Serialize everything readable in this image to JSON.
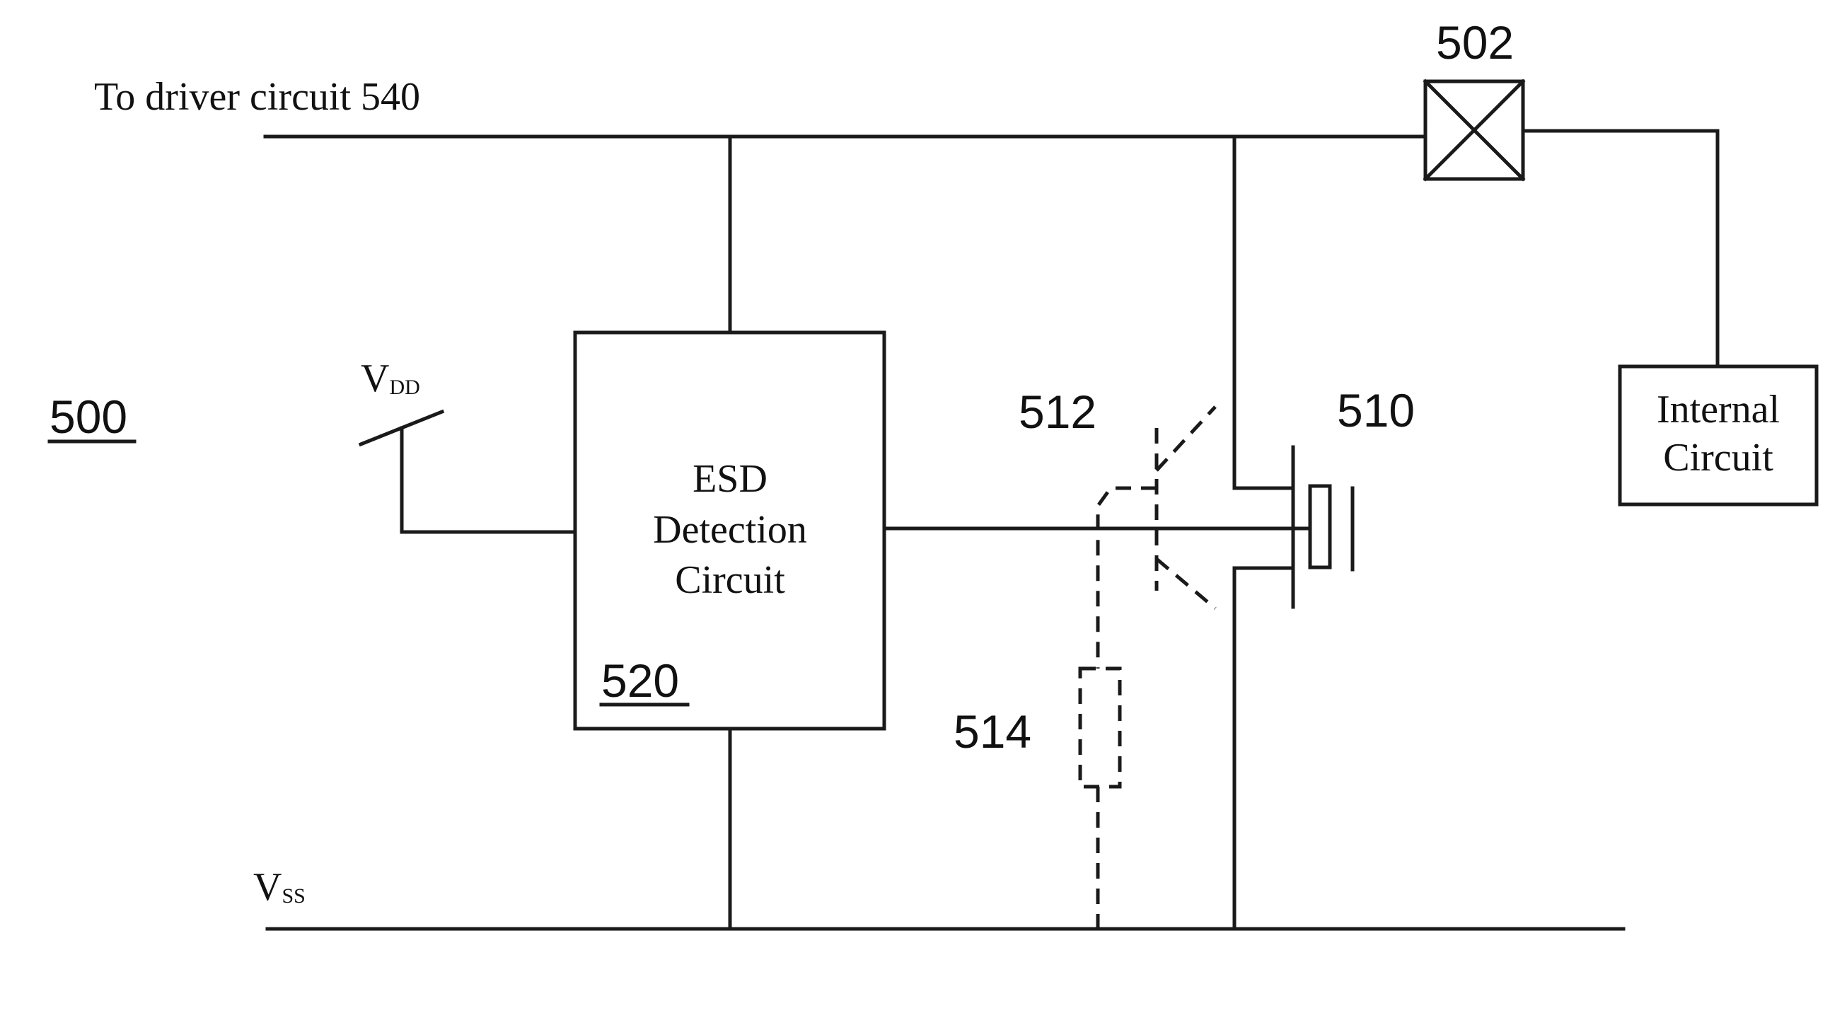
{
  "labels": {
    "figure_ref": "500",
    "top_rail": "To driver circuit 540",
    "vdd_main": "V",
    "vdd_sub": "DD",
    "vss_main": "V",
    "vss_sub": "SS",
    "pad_ref": "502",
    "transistor_ref": "510",
    "parasitic_bjt_ref": "512",
    "resistor_ref": "514",
    "esd_line1": "ESD",
    "esd_line2": "Detection",
    "esd_line3": "Circuit",
    "esd_ref": "520",
    "internal_line1": "Internal",
    "internal_line2": "Circuit"
  }
}
